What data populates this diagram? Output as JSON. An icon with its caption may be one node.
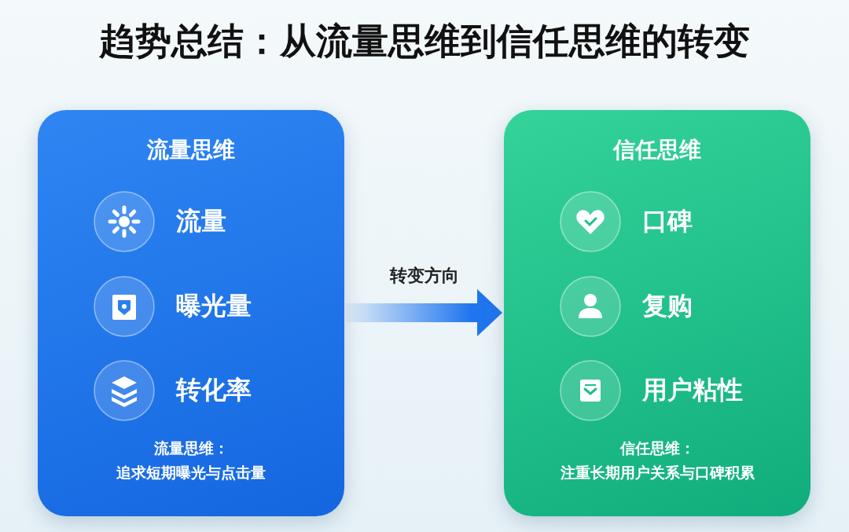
{
  "diagram": {
    "title": "趋势总结：从流量思维到信任思维的转变",
    "nodes": [
      {
        "text": [
          "流量思维",
          "流量思维：",
          "追求短期曝光与点击量"
        ]
      },
      {
        "text": [
          "流量"
        ],
        "in": 0
      },
      {
        "text": [
          "曝光量"
        ],
        "in": 0
      },
      {
        "text": [
          "转化率"
        ],
        "in": 0
      },
      {
        "text": [
          "信任思维",
          "信任思维：",
          "注重长期用户关系与口碑积累"
        ]
      },
      {
        "text": [
          "口碑"
        ],
        "in": 4
      },
      {
        "text": [
          "复购"
        ],
        "in": 4
      },
      {
        "text": [
          "用户粘性"
        ],
        "in": 4
      }
    ],
    "edges": [
      {
        "from": 0,
        "to": 4,
        "arrow": "to",
        "label": "转变方向"
      }
    ]
  }
}
